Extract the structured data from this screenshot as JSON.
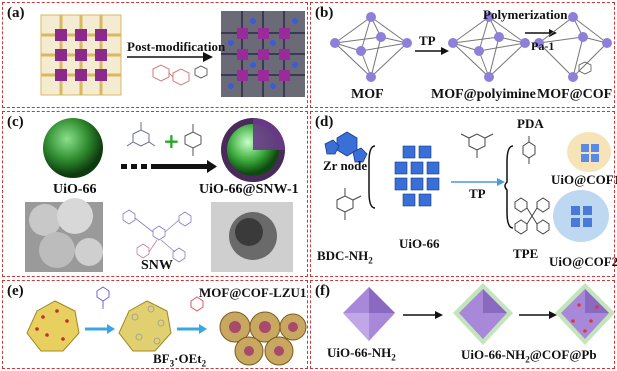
{
  "panels": {
    "a": {
      "label": "(a)",
      "arrow_text": "Post-modification"
    },
    "b": {
      "label": "(b)",
      "tp": "TP",
      "polymerization": "Polymerization",
      "pa1": "Pa-1",
      "mof": "MOF",
      "mof_polyimine": "MOF@polyimine",
      "mof_cof": "MOF@COF"
    },
    "c": {
      "label": "(c)",
      "uio66": "UiO-66",
      "uio_snw": "UiO-66@SNW-1",
      "snw": "SNW"
    },
    "d": {
      "label": "(d)",
      "zr_node": "Zr node",
      "bdc": "BDC-NH",
      "bdc_sub": "2",
      "uio66": "UiO-66",
      "tp": "TP",
      "pda": "PDA",
      "tpe": "TPE",
      "cof1": "UiO@COF1",
      "cof2": "UiO@COF2"
    },
    "e": {
      "label": "(e)",
      "lzu1": "MOF@COF-LZU1",
      "bf3": "BF",
      "bf3_sub": "3",
      "bf3_rest": "·OEt",
      "bf3_sub2": "2"
    },
    "f": {
      "label": "(f)",
      "uio_nh2": "UiO-66-NH",
      "uio_nh2_sub": "2",
      "uio_nh2_cof": "UiO-66-NH",
      "uio_nh2_cof_sub": "2",
      "uio_nh2_cof_rest": "@COF@Pb"
    }
  },
  "colors": {
    "border": "#c43a3a",
    "purple": "#8b3a8b",
    "violet": "#9a7fd0",
    "blue": "#4a7fd8",
    "green": "#44aa44"
  }
}
